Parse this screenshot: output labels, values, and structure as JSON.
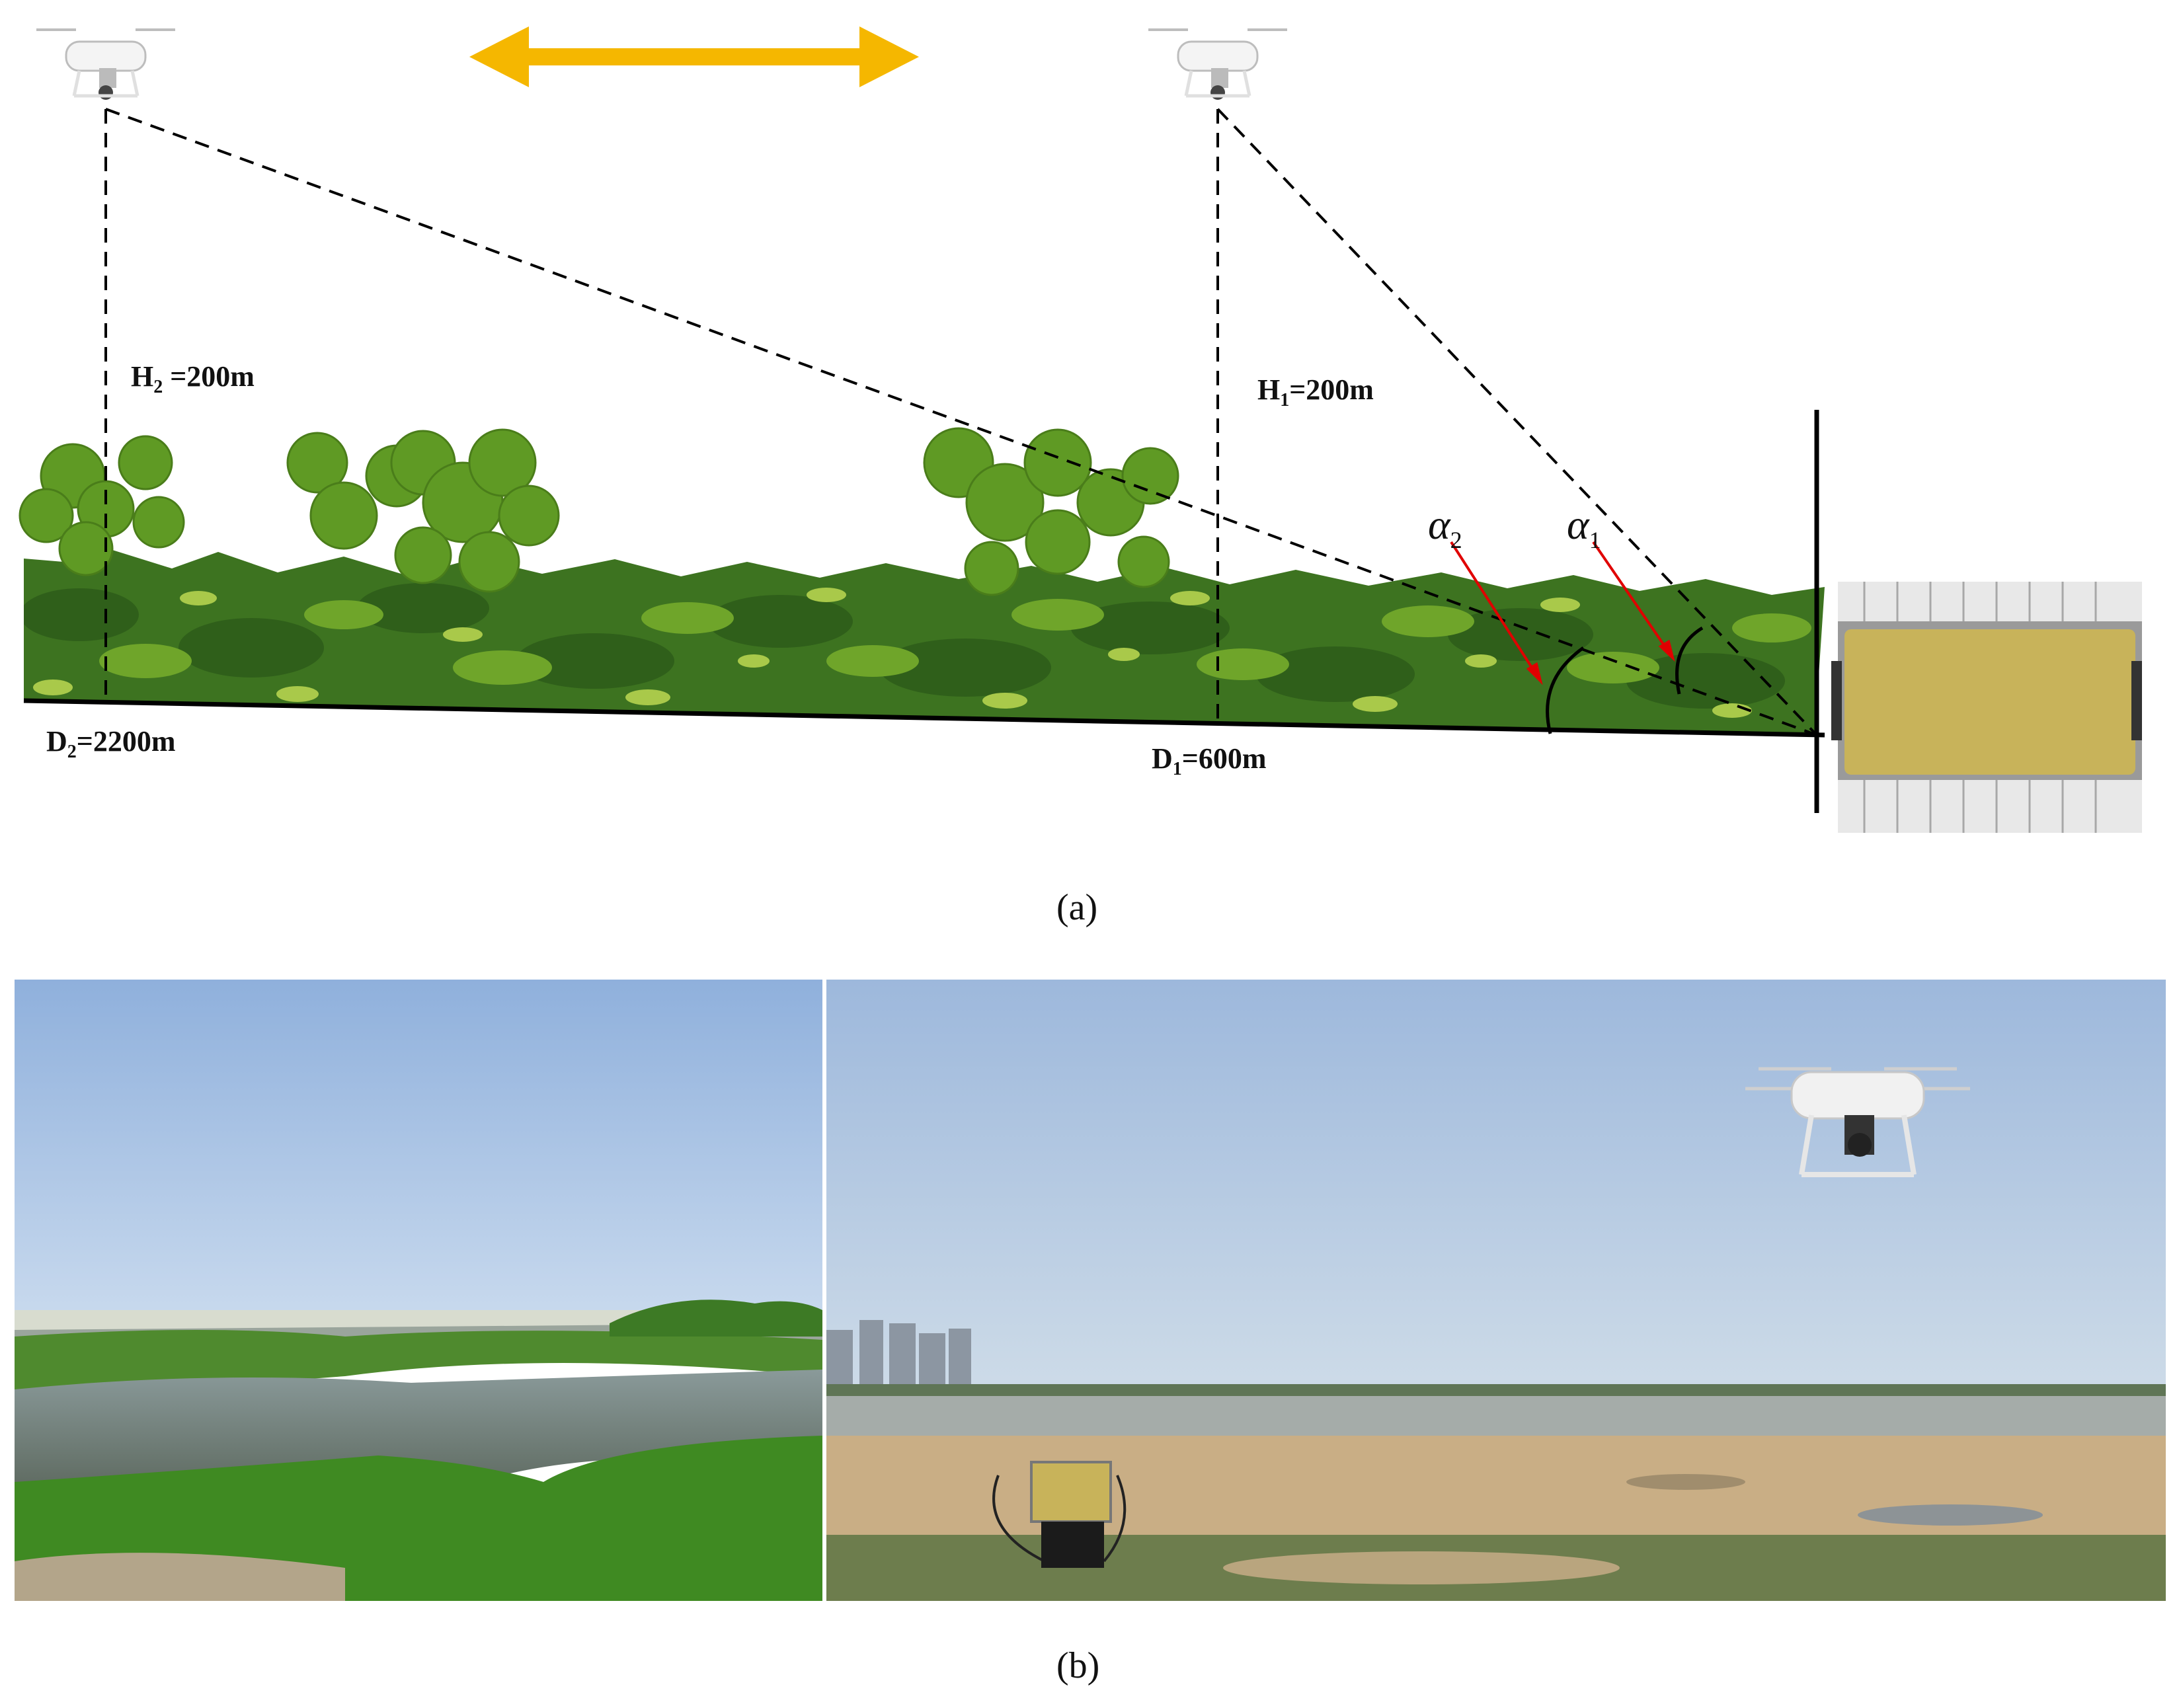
{
  "figure": {
    "panel_a": {
      "caption": "(a)",
      "labels": {
        "h2": "H2 =200m",
        "h1": "H1=200m",
        "d2": "D2=2200m",
        "d1": "D1=600m",
        "alpha2": "α2",
        "alpha1": "α1"
      },
      "icons": [
        "drone-icon",
        "drone-icon",
        "double-arrow-icon",
        "radar-panel-icon",
        "tree-icon"
      ]
    },
    "panel_b": {
      "caption": "(b)",
      "photos": [
        "wetland-river-photo",
        "drone-field-test-photo"
      ]
    },
    "colors": {
      "arrow": "#f5b700",
      "angle_pointer": "#e00000",
      "grass_dark": "#2f5f1a",
      "grass_mid": "#5f9a24",
      "grass_light": "#a9c94a",
      "sky_left": "#8fb0dc",
      "sky_right": "#9db8dc",
      "radar_face": "#c8b35a"
    }
  }
}
